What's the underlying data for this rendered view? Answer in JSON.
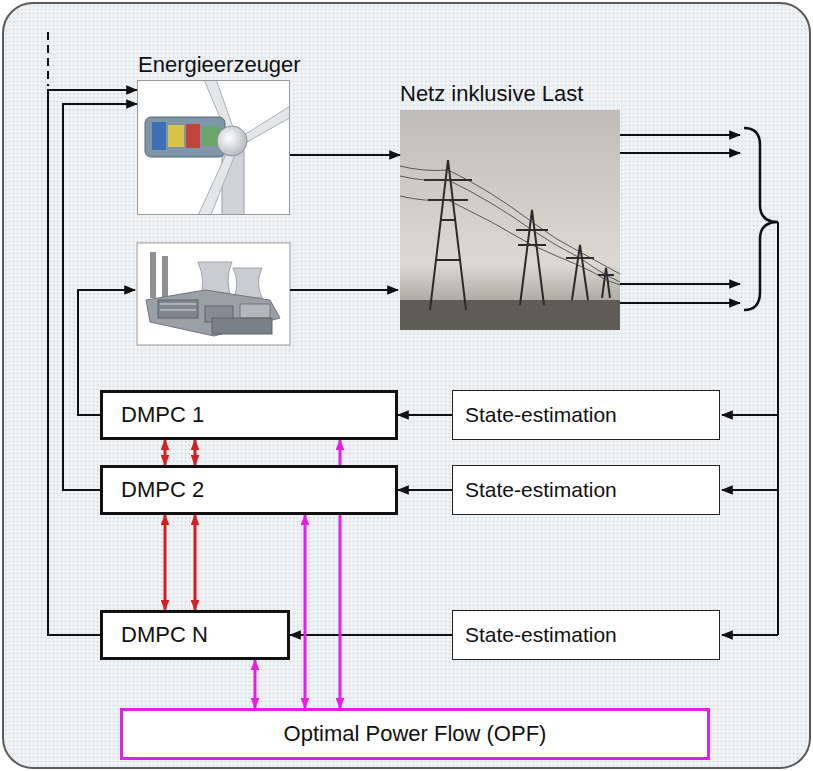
{
  "diagram": {
    "nodes": [
      {
        "text": [
          "Energieerzeuger"
        ]
      },
      {
        "text": [
          "Netz inklusive Last"
        ]
      },
      {
        "text": [
          "DMPC 1"
        ]
      },
      {
        "text": [
          "State-estimation"
        ]
      },
      {
        "text": [
          "DMPC 2"
        ]
      },
      {
        "text": [
          "State-estimation"
        ]
      },
      {
        "text": [
          "DMPC N"
        ]
      },
      {
        "text": [
          "State-estimation"
        ]
      },
      {
        "text": [
          "Optimal Power Flow (OPF)"
        ]
      }
    ],
    "edges": [
      {
        "from": 0,
        "to": 1,
        "arrow": "to"
      },
      {
        "from": 3,
        "to": 2,
        "arrow": "to"
      },
      {
        "from": 5,
        "to": 4,
        "arrow": "to"
      },
      {
        "from": 7,
        "to": 6,
        "arrow": "to"
      },
      {
        "from": 2,
        "to": 4,
        "arrow": "both"
      },
      {
        "from": 2,
        "to": 4,
        "arrow": "both"
      },
      {
        "from": 4,
        "to": 6,
        "arrow": "both"
      },
      {
        "from": 4,
        "to": 6,
        "arrow": "both"
      },
      {
        "from": 8,
        "to": 2,
        "arrow": "both"
      },
      {
        "from": 8,
        "to": 4,
        "arrow": "both"
      },
      {
        "from": 8,
        "to": 6,
        "arrow": "both"
      },
      {
        "from": 4,
        "to": 0,
        "arrow": "to"
      },
      {
        "from": 6,
        "to": 0,
        "arrow": "to"
      }
    ]
  }
}
